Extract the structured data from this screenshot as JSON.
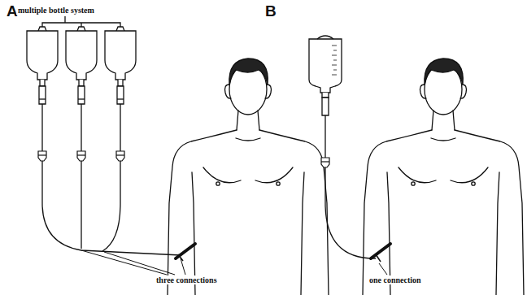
{
  "diagram": {
    "labels": [
      "A",
      "multiple bottle system",
      "three connections",
      "B",
      "one connection"
    ]
  }
}
